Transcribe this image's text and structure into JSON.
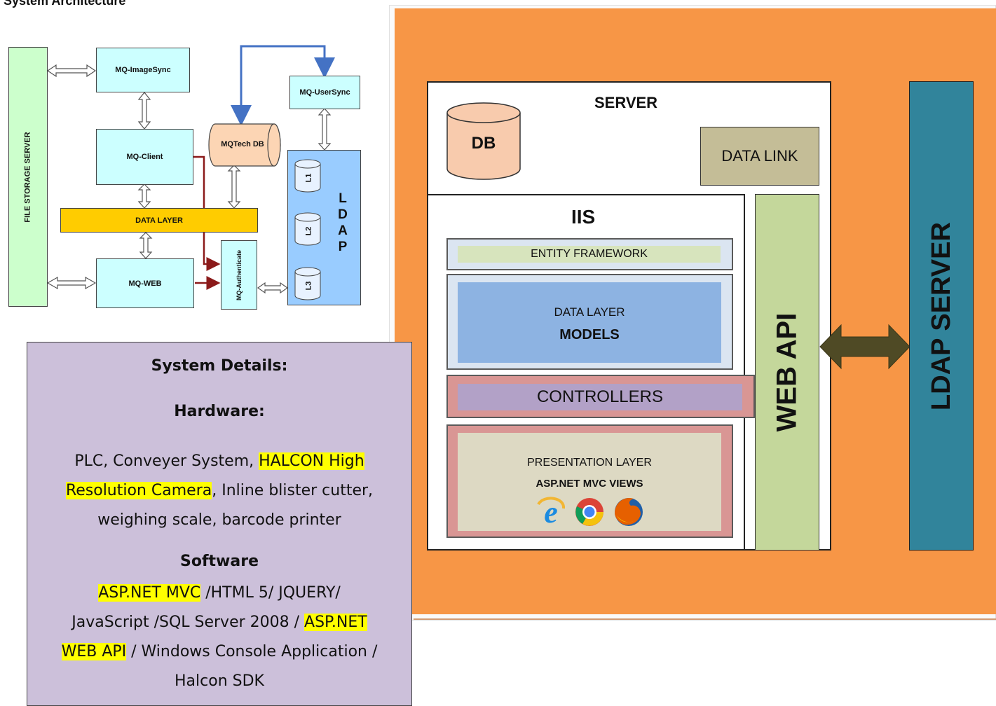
{
  "page_title": "System Architecture",
  "left_diagram": {
    "file_storage_server": "FILE  STORAGE  SERVER",
    "mq_imagesync": "MQ-ImageSync",
    "mq_client": "MQ-Client",
    "mqtech_db": "MQTech DB",
    "mq_usersync": "MQ-UserSync",
    "data_layer": "DATA LAYER",
    "mq_web": "MQ-WEB",
    "mq_authenticate": "MQ-Authenticate",
    "ldap_letters": [
      "L",
      "D",
      "A",
      "P"
    ],
    "ldap_nodes": [
      "L1",
      "L2",
      "L3"
    ]
  },
  "system_details": {
    "heading": "System Details:",
    "hardware_heading": "Hardware:",
    "hardware_text": {
      "part1": "PLC, Conveyer System, ",
      "highlight1": "HALCON High",
      "highlight2": "Resolution Camera",
      "part2": ", Inline blister cutter,",
      "line3": "weighing scale, barcode printer"
    },
    "software_heading": "Software",
    "software_text": {
      "hl1": "ASP.NET MVC",
      "part1": " /HTML 5/ JQUERY/",
      "line2a": "JavaScript /SQL Server  2008 / ",
      "hl2a": "ASP.NET",
      "hl2b": "WEB API",
      "line3b": " / Windows Console Application /",
      "line4": "Halcon SDK"
    }
  },
  "right_diagram": {
    "server": "SERVER",
    "db": "DB",
    "data_link": "DATA LINK",
    "iis": "IIS",
    "entity_framework": "ENTITY FRAMEWORK",
    "data_layer": "DATA LAYER",
    "models": "MODELS",
    "controllers": "CONTROLLERS",
    "presentation_layer": "PRESENTATION LAYER",
    "mvc_views": "ASP.NET MVC VIEWS",
    "web_api": "WEB API",
    "ldap_server": "LDAP SERVER",
    "browser_icons": [
      "internet-explorer-icon",
      "chrome-icon",
      "firefox-icon"
    ]
  },
  "colors": {
    "orange_bg": "#f79646",
    "cyan_box": "#ccffff",
    "data_layer_bar": "#ffcc00",
    "ldap_blue": "#99ccff",
    "purple_panel": "#ccc0da",
    "highlight": "#ffff00",
    "ldap_server": "#31849b",
    "web_api": "#c4d79b",
    "data_link": "#c4bd97",
    "db_cylinder": "#f8cbad",
    "models": "#8db3e2"
  }
}
